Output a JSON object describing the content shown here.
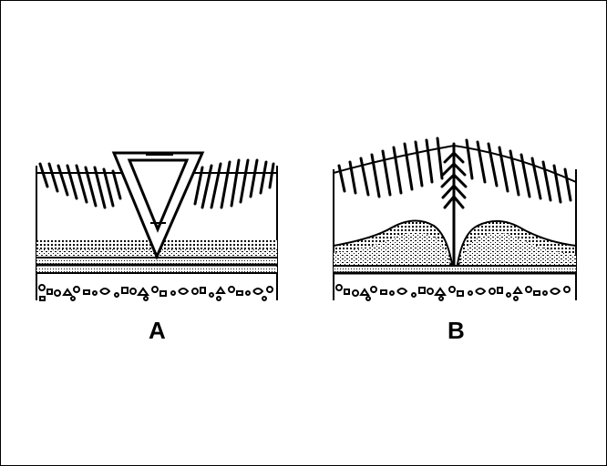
{
  "figure": {
    "panels": [
      {
        "id": "A",
        "label": "A"
      },
      {
        "id": "B",
        "label": "B"
      }
    ],
    "colors": {
      "ink": "#000000",
      "paper": "#ffffff"
    }
  }
}
